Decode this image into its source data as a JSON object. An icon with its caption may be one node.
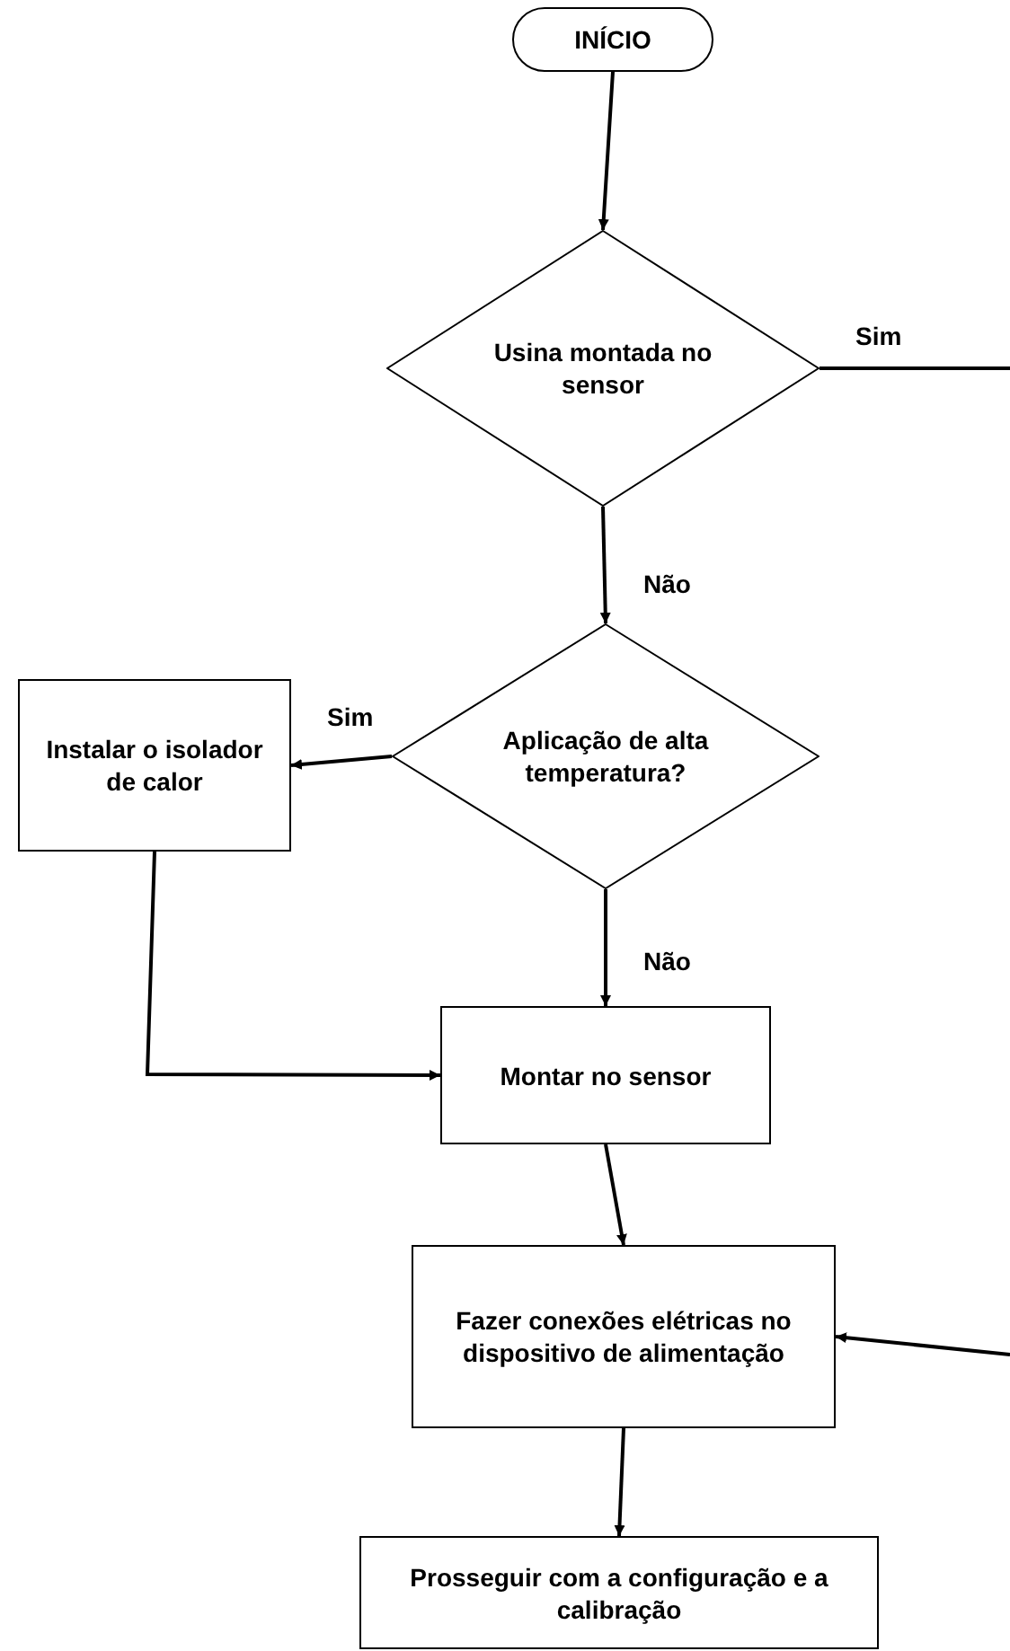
{
  "diagram": {
    "nodes": [
      {
        "text": [
          "INÍCIO"
        ]
      },
      {
        "text": [
          "Usina montada no sensor"
        ]
      },
      {
        "text": [
          "Aplicação de alta temperatura?"
        ]
      },
      {
        "text": [
          "Instalar o isolador de calor"
        ]
      },
      {
        "text": [
          "Montar no sensor"
        ]
      },
      {
        "text": [
          "Fazer conexões elétricas no dispositivo de alimentação"
        ]
      },
      {
        "text": [
          "Prosseguir com a configuração e a calibração"
        ]
      }
    ],
    "edges": [
      {
        "from": 0,
        "to": 1,
        "arrow": "to"
      },
      {
        "from": 1,
        "to": null,
        "arrow": "none",
        "label": "Sim"
      },
      {
        "from": 1,
        "to": 2,
        "arrow": "to",
        "label": "Não"
      },
      {
        "from": 2,
        "to": 3,
        "arrow": "to",
        "label": "Sim"
      },
      {
        "from": 2,
        "to": 4,
        "arrow": "to",
        "label": "Não"
      },
      {
        "from": 3,
        "to": 4,
        "arrow": "to"
      },
      {
        "from": 4,
        "to": 5,
        "arrow": "to"
      },
      {
        "from": null,
        "to": 5,
        "arrow": "to"
      },
      {
        "from": 5,
        "to": 6,
        "arrow": "to"
      }
    ]
  }
}
